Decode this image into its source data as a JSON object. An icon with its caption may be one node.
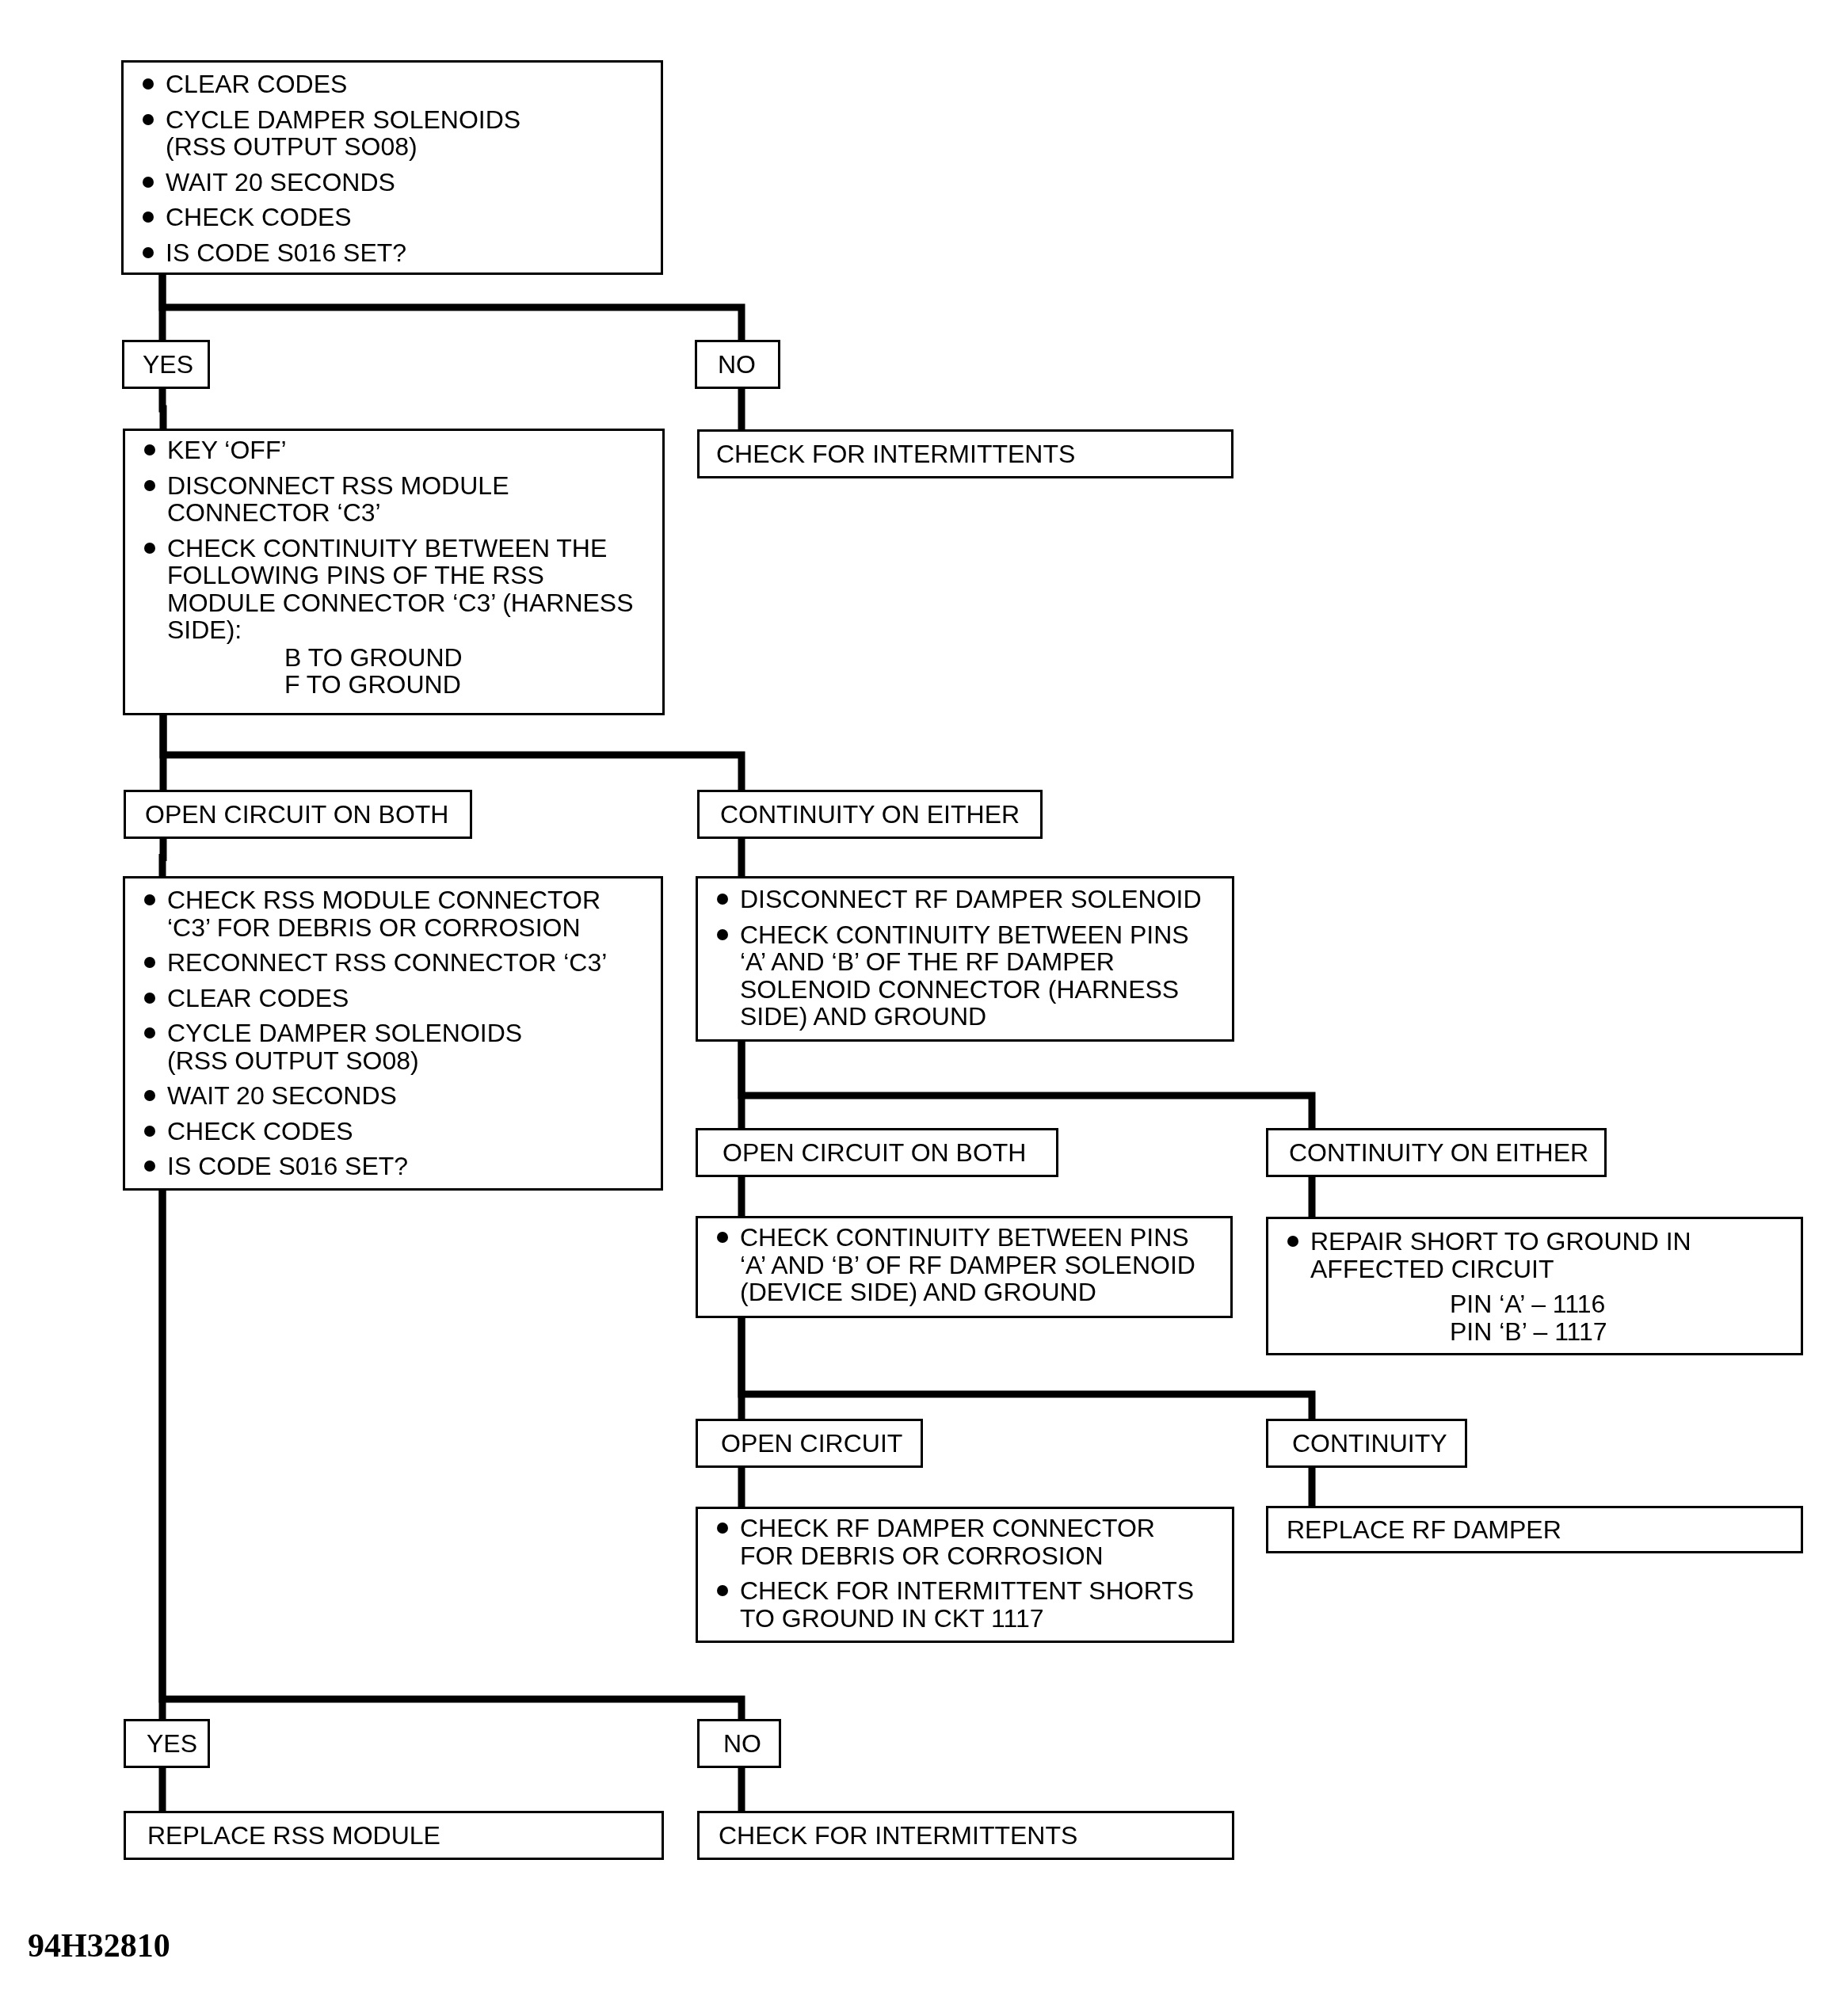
{
  "diagram": {
    "nodes": [
      {
        "text": [
          "CLEAR CODES",
          "CYCLE DAMPER SOLENOIDS (RSS OUTPUT SO08)",
          "WAIT 20 SECONDS",
          "CHECK CODES",
          "IS CODE S016 SET?"
        ]
      },
      {
        "text": [
          "YES"
        ]
      },
      {
        "text": [
          "NO"
        ]
      },
      {
        "text": [
          "KEY ‘OFF’",
          "DISCONNECT RSS MODULE CONNECTOR ‘C3’",
          "CHECK CONTINUITY BETWEEN THE FOLLOWING PINS OF THE RSS MODULE CONNECTOR ‘C3’ (HARNESS SIDE):",
          "B TO GROUND",
          "F TO GROUND"
        ]
      },
      {
        "text": [
          "CHECK FOR INTERMITTENTS"
        ]
      },
      {
        "text": [
          "OPEN CIRCUIT ON BOTH"
        ]
      },
      {
        "text": [
          "CONTINUITY ON EITHER"
        ]
      },
      {
        "text": [
          "CHECK RSS MODULE CONNECTOR ‘C3’ FOR DEBRIS OR CORROSION",
          "RECONNECT RSS CONNECTOR ‘C3’",
          "CLEAR CODES",
          "CYCLE DAMPER SOLENOIDS (RSS OUTPUT SO08)",
          "WAIT 20 SECONDS",
          "CHECK CODES",
          "IS CODE S016 SET?"
        ]
      },
      {
        "text": [
          "DISCONNECT RF DAMPER SOLENOID",
          "CHECK CONTINUITY BETWEEN PINS ‘A’ AND ‘B’ OF THE RF DAMPER SOLENOID CONNECTOR (HARNESS SIDE) AND GROUND"
        ]
      },
      {
        "text": [
          "OPEN CIRCUIT ON BOTH"
        ]
      },
      {
        "text": [
          "CONTINUITY ON EITHER"
        ]
      },
      {
        "text": [
          "CHECK CONTINUITY BETWEEN PINS ‘A’ AND ‘B’ OF RF DAMPER SOLENOID (DEVICE SIDE) AND GROUND"
        ]
      },
      {
        "text": [
          "REPAIR SHORT TO GROUND IN AFFECTED CIRCUIT",
          "PIN ‘A’ – 1116",
          "PIN ‘B’ – 1117"
        ]
      },
      {
        "text": [
          "OPEN CIRCUIT"
        ]
      },
      {
        "text": [
          "CONTINUITY"
        ]
      },
      {
        "text": [
          "CHECK RF DAMPER CONNECTOR FOR DEBRIS OR CORROSION",
          "CHECK FOR INTERMITTENT SHORTS TO GROUND IN CKT 1117"
        ]
      },
      {
        "text": [
          "REPLACE RF DAMPER"
        ]
      },
      {
        "text": [
          "YES"
        ]
      },
      {
        "text": [
          "NO"
        ]
      },
      {
        "text": [
          "REPLACE RSS MODULE"
        ]
      },
      {
        "text": [
          "CHECK FOR INTERMITTENTS"
        ]
      }
    ],
    "edges": [
      {
        "from": 0,
        "to": 1,
        "arrow": "none"
      },
      {
        "from": 0,
        "to": 2,
        "arrow": "none"
      },
      {
        "from": 1,
        "to": 3,
        "arrow": "none"
      },
      {
        "from": 2,
        "to": 4,
        "arrow": "none"
      },
      {
        "from": 3,
        "to": 5,
        "arrow": "none"
      },
      {
        "from": 3,
        "to": 6,
        "arrow": "none"
      },
      {
        "from": 5,
        "to": 7,
        "arrow": "none"
      },
      {
        "from": 6,
        "to": 8,
        "arrow": "none"
      },
      {
        "from": 8,
        "to": 9,
        "arrow": "none"
      },
      {
        "from": 8,
        "to": 10,
        "arrow": "none"
      },
      {
        "from": 9,
        "to": 11,
        "arrow": "none"
      },
      {
        "from": 10,
        "to": 12,
        "arrow": "none"
      },
      {
        "from": 11,
        "to": 13,
        "arrow": "none"
      },
      {
        "from": 11,
        "to": 14,
        "arrow": "none"
      },
      {
        "from": 13,
        "to": 15,
        "arrow": "none"
      },
      {
        "from": 14,
        "to": 16,
        "arrow": "none"
      },
      {
        "from": 7,
        "to": 17,
        "arrow": "none"
      },
      {
        "from": 7,
        "to": 18,
        "arrow": "none"
      },
      {
        "from": 17,
        "to": 19,
        "arrow": "none"
      },
      {
        "from": 18,
        "to": 20,
        "arrow": "none"
      }
    ],
    "labels": [
      "94H32810"
    ]
  }
}
